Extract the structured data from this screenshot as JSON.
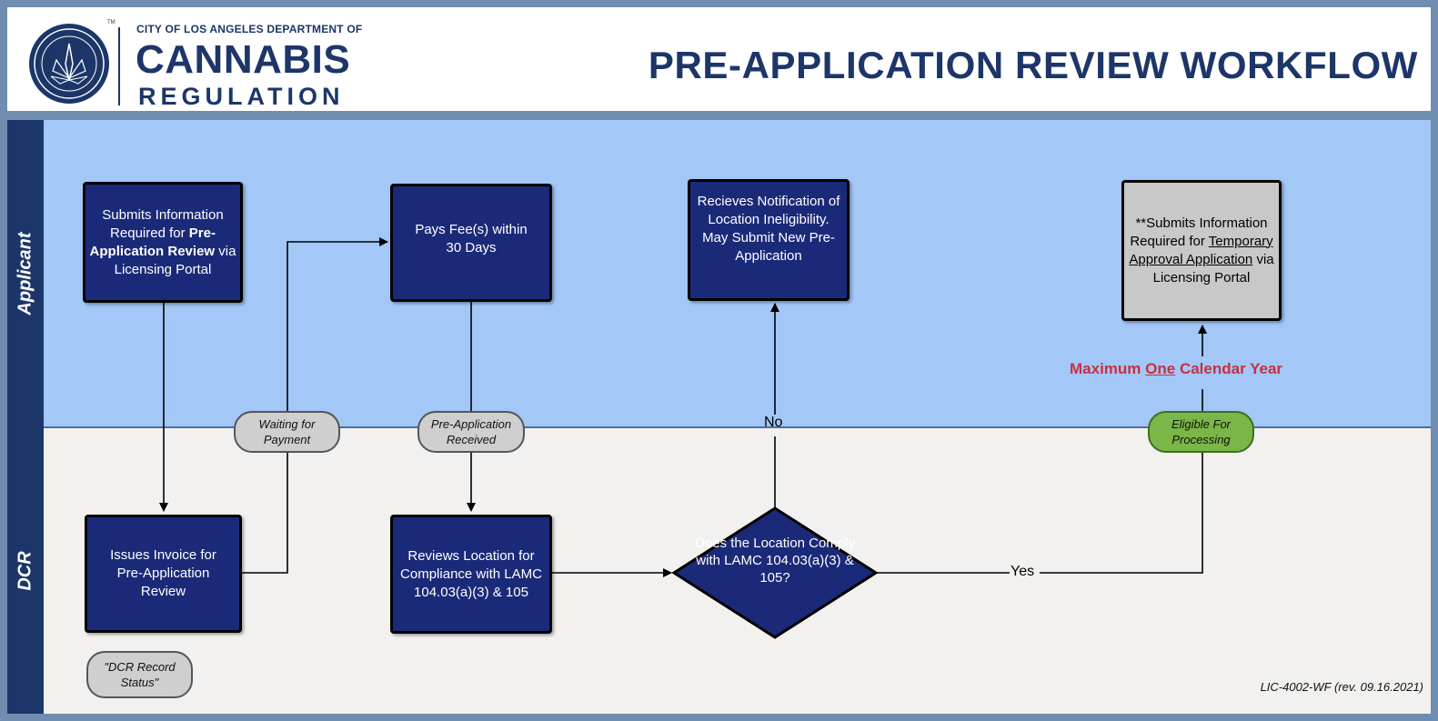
{
  "header": {
    "brand_sub": "CITY OF LOS ANGELES DEPARTMENT OF",
    "brand_main": "CANNABIS",
    "brand_reg": "REGULATION",
    "trademark": "TM",
    "title": "PRE-APPLICATION REVIEW WORKFLOW"
  },
  "lanes": {
    "applicant": "Applicant",
    "dcr": "DCR"
  },
  "nodes": {
    "submit_info": {
      "pre": "Submits Information Required for",
      "bold": "Pre-Application Review",
      "post": "via Licensing Portal"
    },
    "pay_fees": "Pays Fee(s)  within 30 Days",
    "notification": "Recieves Notification of Location Ineligibility. May Submit New Pre-Application",
    "submit_temp": {
      "pre": "**Submits Information Required for",
      "underline": "Temporary Approval Application",
      "post": "via Licensing Portal"
    },
    "issue_invoice": "Issues Invoice for Pre-Application Review",
    "review_location": "Reviews Location for Compliance with LAMC 104.03(a)(3) & 105",
    "decision": "Does the Location Comply with LAMC 104.03(a)(3) & 105?"
  },
  "statuses": {
    "waiting": "Waiting for Payment",
    "received": "Pre-Application Received",
    "eligible": "Eligible For Processing",
    "record": "\"DCR Record Status\""
  },
  "edges": {
    "no": "No",
    "yes": "Yes"
  },
  "max_year": {
    "pre": "Maximum",
    "underline": "One",
    "post": "Calendar Year"
  },
  "footer": "LIC-4002-WF (rev. 09.16.2021)",
  "colors": {
    "navy": "#1d3669",
    "box_fill": "#1b2a78",
    "applicant_lane": "#a3c7f7",
    "dcr_lane": "#f2f1ef",
    "eligible_green": "#7ab648",
    "alert_red": "#c8303e"
  }
}
